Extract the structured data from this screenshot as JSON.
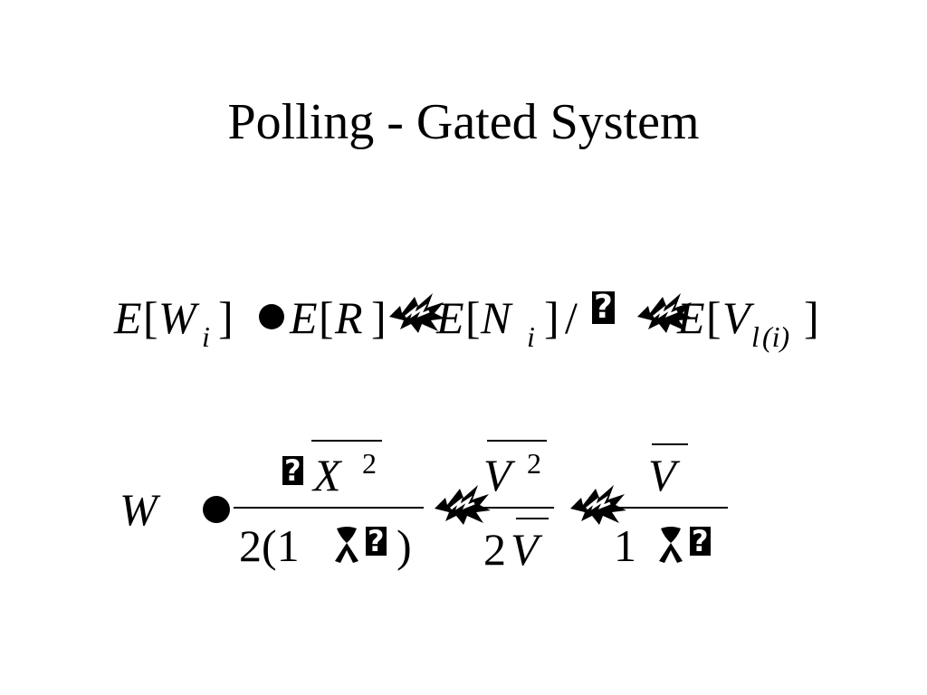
{
  "slide": {
    "title": "Polling - Gated System"
  },
  "equation1": {
    "tokens": {
      "E1": "E",
      "lb1": "[",
      "W": "W",
      "i1": "i",
      "rb1": "]",
      "E2": "E",
      "lb2": "[",
      "R": "R",
      "rb2": "]",
      "E3": "E",
      "lb3": "[",
      "N": "N",
      "i2": "i",
      "rb3": "]",
      "slash": "/",
      "unknown1": "?",
      "E4": "E",
      "lb4": "[",
      "V": "V",
      "sub_l": "l",
      "sub_paren_i": "(i)",
      "rb4": "]"
    }
  },
  "equation2": {
    "tokens": {
      "W": "W",
      "q1": "?",
      "X": "X",
      "sup1": "2",
      "den1": "2(1",
      "q2": "?",
      "rparen": ")",
      "V1": "V",
      "sup2": "2",
      "den2_2": "2",
      "V2": "V",
      "V3": "V",
      "one": "1",
      "q3": "?"
    }
  }
}
